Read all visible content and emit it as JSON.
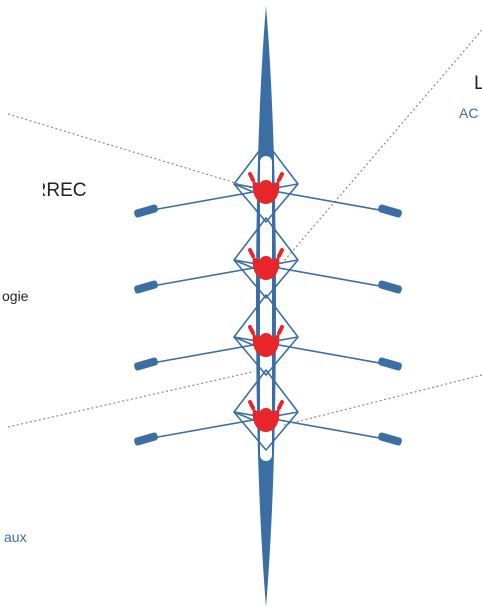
{
  "labels": {
    "left_top": "ERREC",
    "left_middle": "ogie",
    "left_bottom": "aux",
    "right_top": "L",
    "right_sub": "AC"
  },
  "colors": {
    "hull": "#3a6ea5",
    "rower": "#e8262a",
    "leader_line": "#8a8a8a",
    "accent_text": "#3a6ea5",
    "text": "#222222",
    "background": "#ffffff"
  },
  "boat": {
    "type": "coxless four",
    "rowers": 4
  }
}
